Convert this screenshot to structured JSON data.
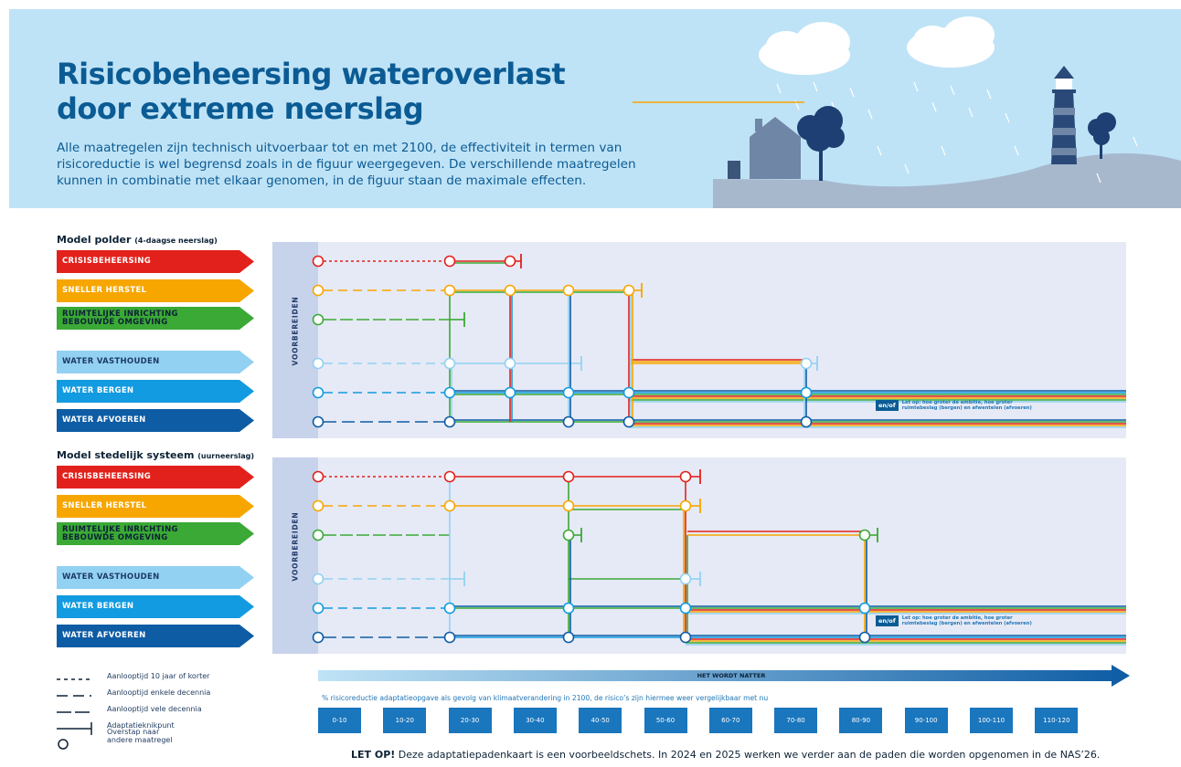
{
  "header": {
    "title_line1": "Risicobeheersing wateroverlast",
    "title_line2": "door extreme neerslag",
    "intro_line1": "Alle maatregelen zijn technisch uitvoerbaar tot en met 2100, de effectiviteit in termen van",
    "intro_line2": "risicoreductie is wel begrensd zoals in de figuur weergegeven. De verschillende maatregelen",
    "intro_line3": "kunnen in combinatie met elkaar genomen, in de figuur staan de maximale effecten."
  },
  "models": [
    {
      "title": "Model polder",
      "subtitle": "(4-daagse neerslag)",
      "prep_label": "VOORBEREIDEN",
      "note_badge": "en/of",
      "note_line1": "Let op: hoe groter de ambitie, hoe groter",
      "note_line2": "ruimtebeslag (bergen) en afwentelen (afvoeren)"
    },
    {
      "title": "Model stedelijk systeem",
      "subtitle": "(uurneerslag)",
      "prep_label": "VOORBEREIDEN",
      "note_badge": "en/of",
      "note_line1": "Let op: hoe groter de ambitie, hoe groter",
      "note_line2": "ruimtebeslag (bergen) en afwentelen (afvoeren)"
    }
  ],
  "measures": [
    {
      "label1": "CRISISBEHEERSING",
      "label2": "",
      "color": "#e3211c"
    },
    {
      "label1": "SNELLER HERSTEL",
      "label2": "",
      "color": "#f7a600"
    },
    {
      "label1": "RUIMTELIJKE INRICHTING",
      "label2": "BEBOUWDE OMGEVING",
      "color": "#3aa935"
    },
    {
      "label1": "WATER VASTHOUDEN",
      "label2": "",
      "color": "#92d1f2"
    },
    {
      "label1": "WATER BERGEN",
      "label2": "",
      "color": "#129be0"
    },
    {
      "label1": "WATER AFVOEREN",
      "label2": "",
      "color": "#0d5ca4"
    }
  ],
  "legend": {
    "item1": "Aanlooptijd 10 jaar of korter",
    "item2": "Aanlooptijd enkele decennia",
    "item3": "Aanlooptijd vele decennia",
    "item4": "Adaptatieknikpunt",
    "item5_line1": "Overstap naar",
    "item5_line2": "andere  maatregel"
  },
  "axis": {
    "arrow_label": "HET WORDT NATTER",
    "caption": "% risicoreductie adaptatieopgave als gevolg van klimaatverandering in 2100, de risico’s zijn hiermee weer vergelijkbaar met nu",
    "bins": [
      "0-10",
      "10-20",
      "20-30",
      "30-40",
      "40-50",
      "50-60",
      "60-70",
      "70-80",
      "80-90",
      "90-100",
      "100-110",
      "110-120"
    ]
  },
  "footer": {
    "bold": "LET OP!",
    "text": " Deze adaptatiepadenkaart is een voorbeeldschets. In 2024 en 2025 werken we verder aan de paden die worden opgenomen in de NAS’26."
  },
  "colors": {
    "header_bg": "#bfe3f6",
    "title": "#0b5b94",
    "panel_bg": "#e6eaf6",
    "prep_bg": "#c7d3ea",
    "bin_bg": "#1a76bd"
  }
}
